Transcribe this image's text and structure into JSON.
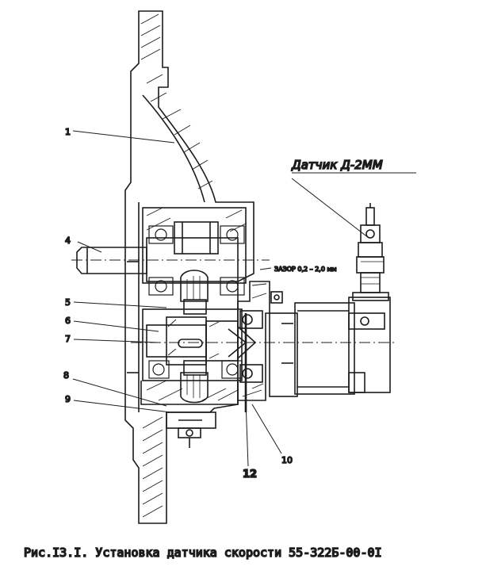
{
  "figure": {
    "caption": "Рис.I3.I.  Установка датчика скорости 55-322Б-00-0I",
    "sensor_label": "Датчик Д-2ММ",
    "gap_label": "ЗАЗОР 0,2 – 2,0 мм",
    "part_labels": [
      "1",
      "4",
      "5",
      "6",
      "7",
      "8",
      "9",
      "10",
      "12"
    ],
    "ink_color": "#1c1c1c",
    "paper_color": "#ffffff"
  }
}
